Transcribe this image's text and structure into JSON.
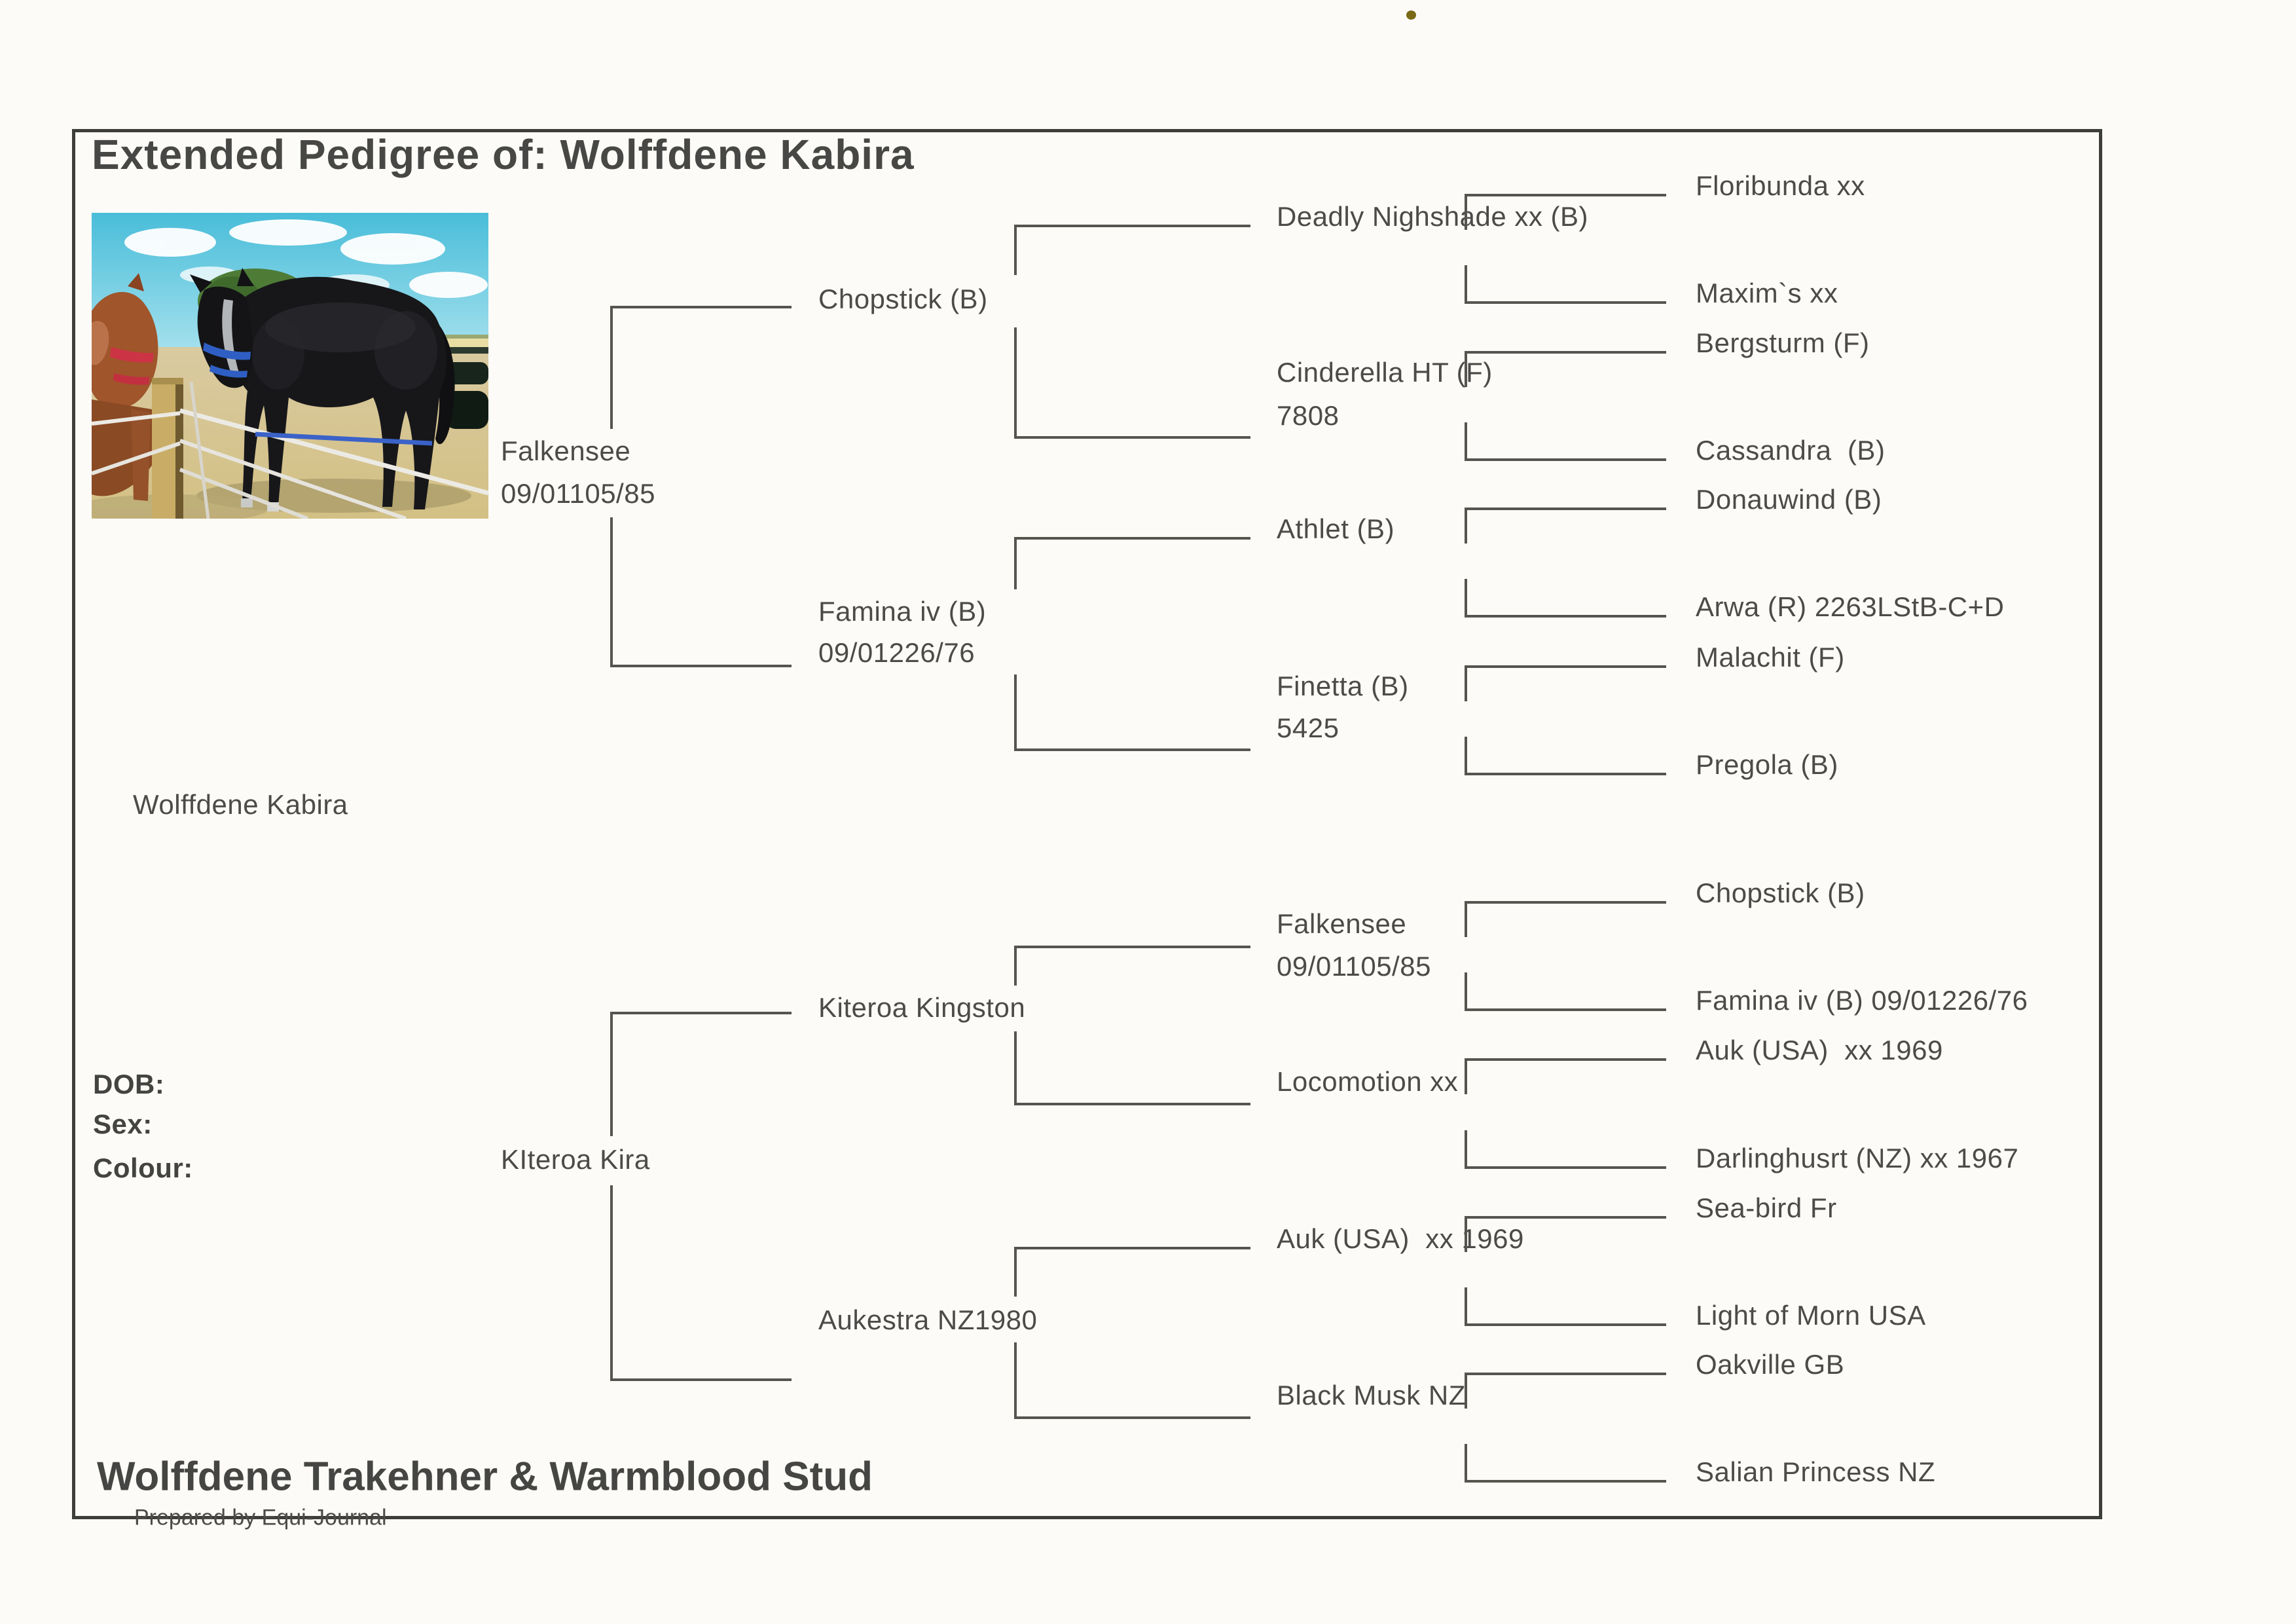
{
  "header": {
    "title": "Extended Pedigree of: Wolffdene Kabira"
  },
  "info": {
    "dob_label": "DOB:",
    "sex_label": "Sex:",
    "colour_label": "Colour:"
  },
  "pedigree": {
    "root": {
      "name": "Wolffdene Kabira"
    },
    "gen1": [
      {
        "name": "Falkensee",
        "reg": "09/01105/85"
      },
      {
        "name": "KIteroa Kira"
      }
    ],
    "gen2": [
      {
        "name": "Chopstick (B)"
      },
      {
        "name": "Famina iv (B)",
        "reg": "09/01226/76"
      },
      {
        "name": "Kiteroa Kingston"
      },
      {
        "name": "Aukestra NZ1980"
      }
    ],
    "gen3": [
      {
        "name": "Deadly Nighshade xx (B)"
      },
      {
        "name": "Cinderella HT (F)",
        "reg": "7808"
      },
      {
        "name": "Athlet (B)"
      },
      {
        "name": "Finetta (B)",
        "reg": "5425"
      },
      {
        "name": "Falkensee",
        "reg": "09/01105/85"
      },
      {
        "name": "Locomotion xx"
      },
      {
        "name": "Auk (USA)  xx 1969"
      },
      {
        "name": "Black Musk NZ"
      }
    ],
    "gen4": [
      "Floribunda xx",
      "Maxim`s xx",
      "Bergsturm (F)",
      "Cassandra  (B)",
      "Donauwind (B)",
      "Arwa (R) 2263LStB-C+D",
      "Malachit (F)",
      "Pregola (B)",
      "Chopstick (B)",
      "Famina iv (B) 09/01226/76",
      "Auk (USA)  xx 1969",
      "Darlinghusrt (NZ) xx 1967",
      "Sea-bird Fr",
      "Light of Morn USA",
      "Oakville GB",
      "Salian Princess NZ"
    ]
  },
  "footer": {
    "stud_name": "Wolffdene Trakehner & Warmblood Stud",
    "prepared_by": "Prepared by Equi-Journal"
  },
  "colors": {
    "paper": "#fcfbf7",
    "ink": "#4d4b49",
    "line": "#57544f",
    "border": "#3d3d3b"
  }
}
